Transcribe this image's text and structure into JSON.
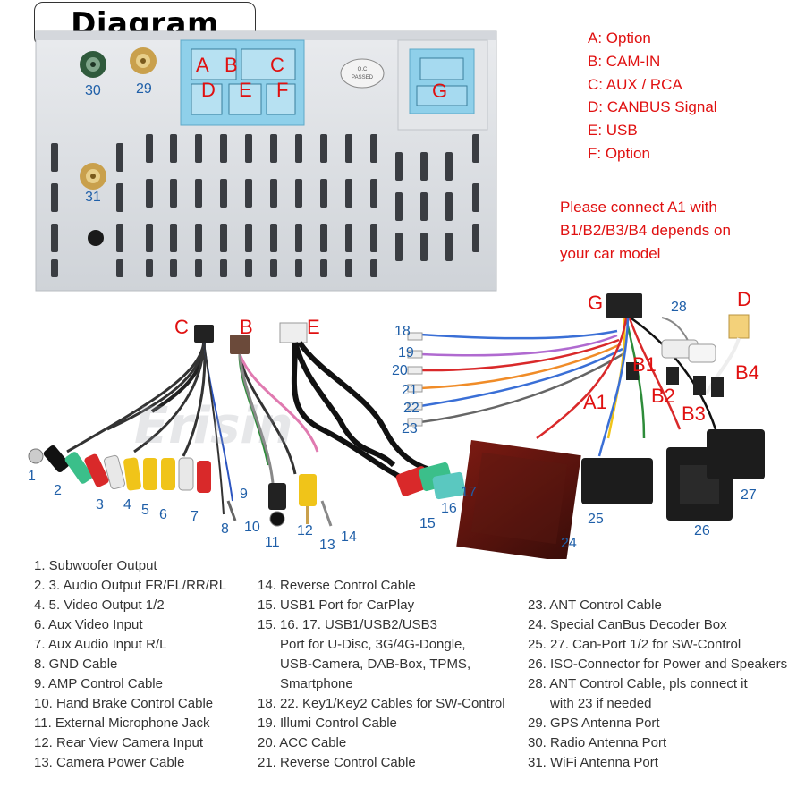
{
  "title": "Diagram",
  "unit_labels": {
    "A": "A",
    "B": "B",
    "C": "C",
    "D": "D",
    "E": "E",
    "F": "F",
    "G": "G",
    "p30": "30",
    "p29": "29",
    "p31": "31",
    "qc": "Q.C\nPASSED"
  },
  "legend": [
    "A: Option",
    "B: CAM-IN",
    "C: AUX / RCA",
    "D: CANBUS Signal",
    "E: USB",
    "F: Option"
  ],
  "note": [
    "Please connect A1 with",
    "B1/B2/B3/B4 depends on",
    "your car model"
  ],
  "cable_labels": {
    "C": "C",
    "B": "B",
    "E": "E",
    "G": "G",
    "D": "D",
    "A1": "A1",
    "B1": "B1",
    "B2": "B2",
    "B3": "B3",
    "B4": "B4",
    "n1": "1",
    "n2": "2",
    "n3": "3",
    "n4": "4",
    "n5": "5",
    "n6": "6",
    "n7": "7",
    "n8": "8",
    "n9": "9",
    "n10": "10",
    "n11": "11",
    "n12": "12",
    "n13": "13",
    "n14": "14",
    "n15": "15",
    "n16": "16",
    "n17": "17",
    "n18": "18",
    "n19": "19",
    "n20": "20",
    "n21": "21",
    "n22": "22",
    "n23": "23",
    "n24": "24",
    "n25": "25",
    "n26": "26",
    "n27": "27",
    "n28": "28"
  },
  "watermark": "Erisin",
  "descriptions_col1": [
    "1. Subwoofer Output",
    "2. 3. Audio Output FR/FL/RR/RL",
    "4. 5. Video Output 1/2",
    "6. Aux Video Input",
    "7. Aux Audio Input R/L",
    "8. GND Cable",
    "9. AMP Control Cable",
    "10. Hand Brake Control Cable",
    "11. External Microphone Jack",
    "12. Rear View Camera Input",
    "13. Camera Power Cable"
  ],
  "descriptions_col2": [
    "14. Reverse Control Cable",
    "15. USB1 Port for CarPlay",
    "15. 16. 17. USB1/USB2/USB3",
    "Port for U-Disc, 3G/4G-Dongle,",
    "USB-Camera, DAB-Box, TPMS,",
    "Smartphone",
    "18. 22. Key1/Key2 Cables for SW-Control",
    "19. Illumi Control Cable",
    "20. ACC Cable",
    "21. Reverse Control Cable"
  ],
  "descriptions_col3": [
    "23. ANT Control Cable",
    "24. Special CanBus Decoder Box",
    "25. 27. Can-Port 1/2 for SW-Control",
    "26. ISO-Connector for Power and Speakers",
    "28. ANT Control Cable, pls connect it",
    "with 23 if needed",
    "29. GPS Antenna Port",
    "30. Radio Antenna Port",
    "31. WiFi Antenna Port"
  ],
  "colors": {
    "accent_red": "#e01010",
    "panel_silver": "#dcdfe3",
    "connector_blue": "#8fd0ea",
    "text_dark": "#333333"
  }
}
